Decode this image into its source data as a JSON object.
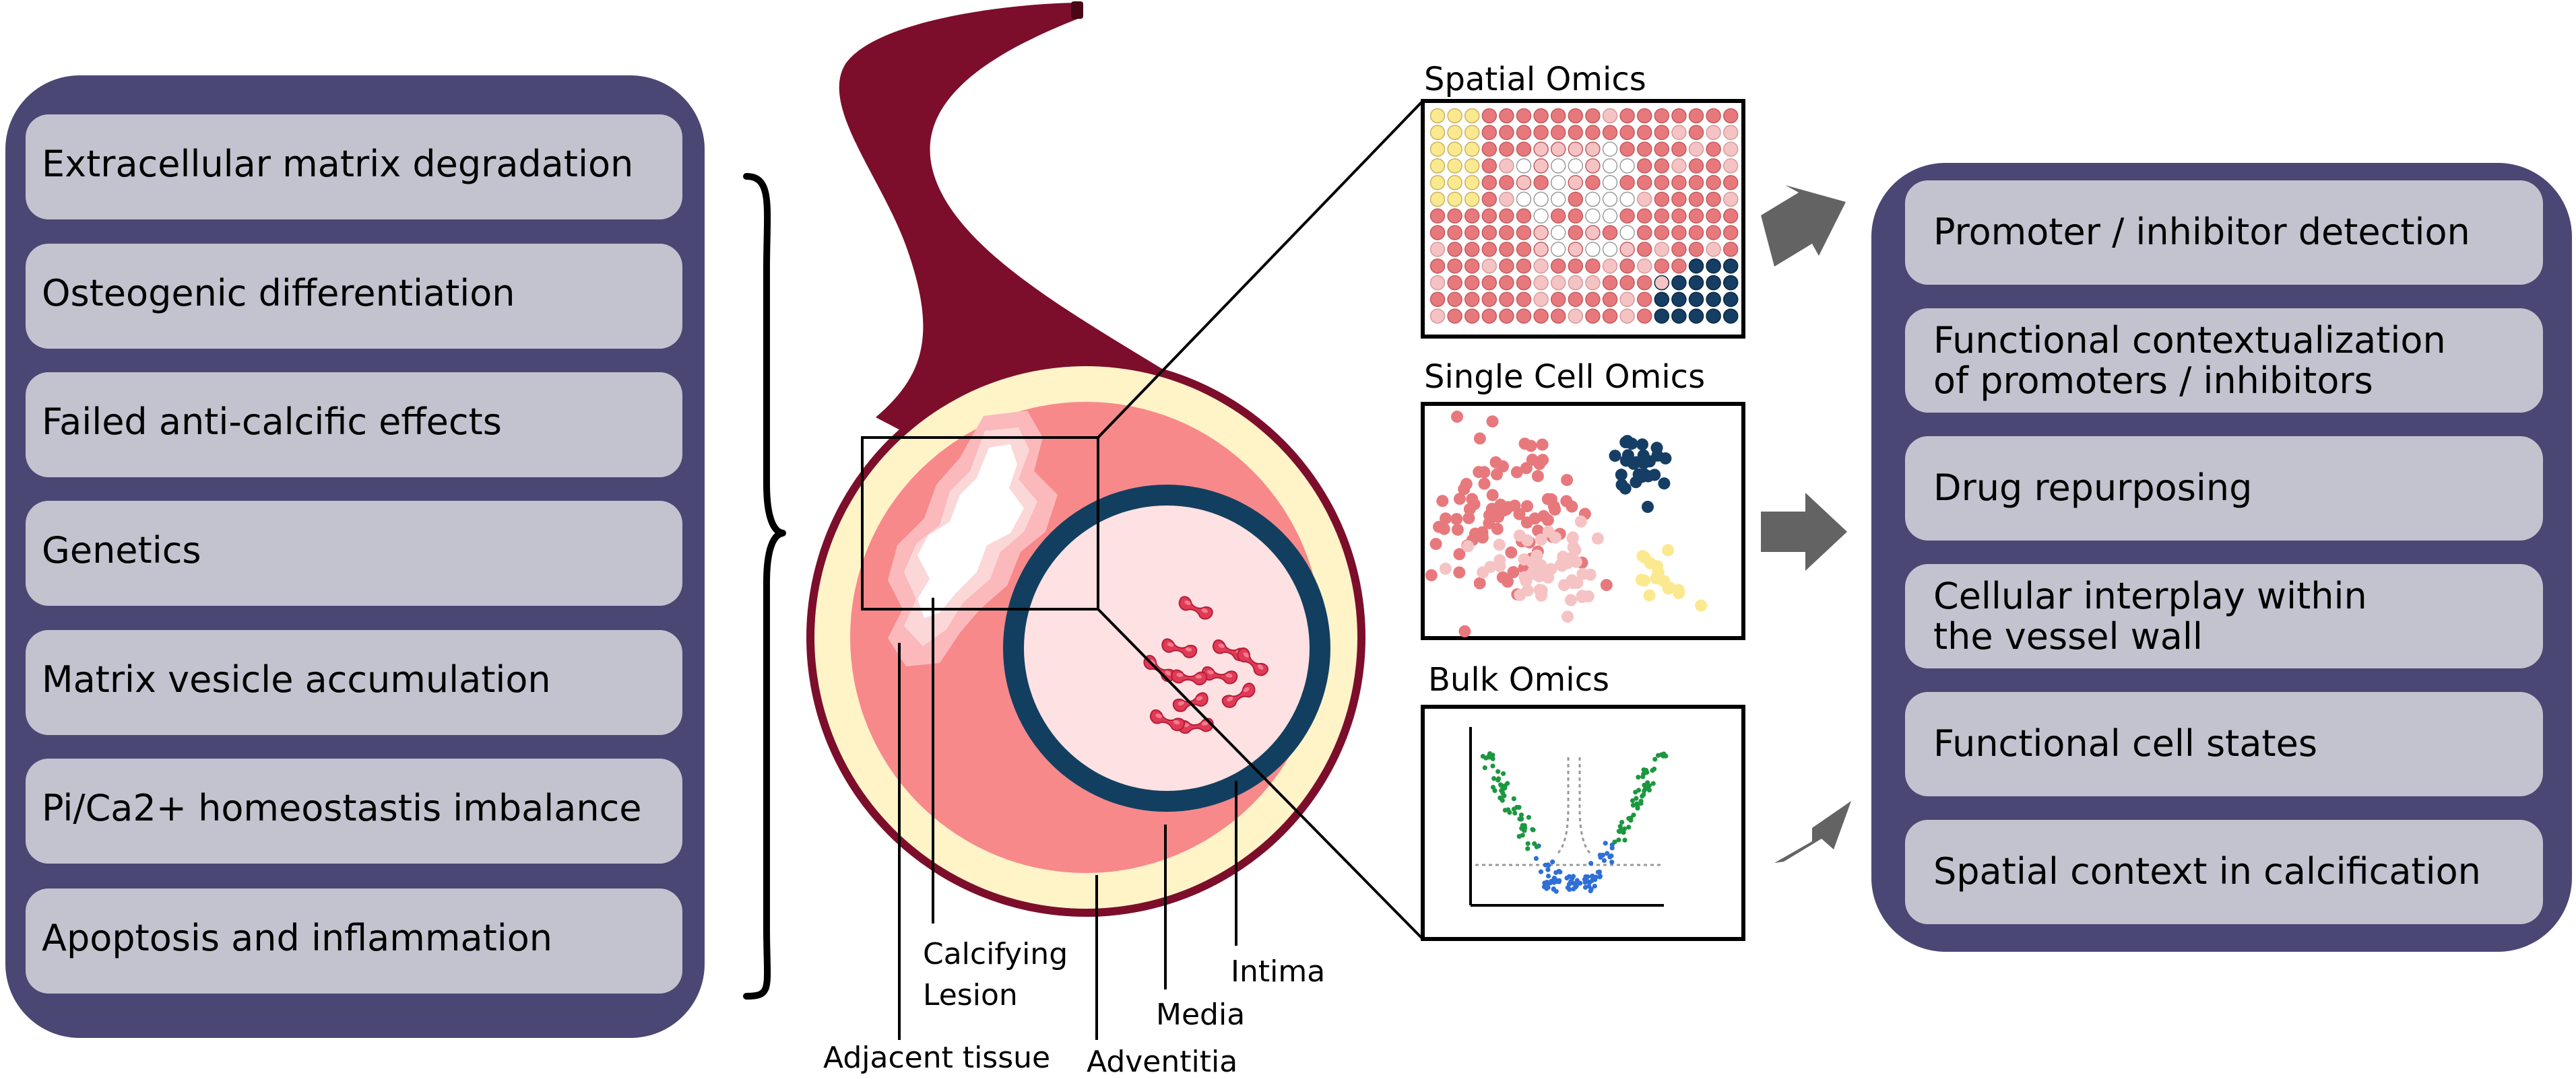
{
  "factors": [
    "Extracellular matrix degradation",
    "Osteogenic differentiation",
    "Failed anti-calcific effects",
    "Genetics",
    "Matrix vesicle accumulation",
    "Pi/Ca2+ homeostastis imbalance",
    "Apoptosis and inflammation"
  ],
  "vessel_labels": {
    "calcifying_1": "Calcifying",
    "calcifying_2": "Lesion",
    "adjacent": "Adjacent tissue",
    "adventitia": "Adventitia",
    "media": "Media",
    "intima": "Intima"
  },
  "omics": {
    "spatial": "Spatial Omics",
    "single_cell": "Single Cell Omics",
    "bulk": "Bulk Omics"
  },
  "applications": [
    [
      "Promoter / inhibitor detection"
    ],
    [
      "Functional contextualization",
      "of promoters / inhibitors"
    ],
    [
      "Drug repurposing"
    ],
    [
      "Cellular interplay within",
      "the vessel wall"
    ],
    [
      "Functional cell states"
    ],
    [
      "Spatial context in calcification"
    ]
  ],
  "colors": {
    "panel": "#4b4774",
    "item": "#c3c3cf",
    "vessel_outer": "#7c0e2b",
    "adventitia": "#fff3c8",
    "media": "#f7898b",
    "intima_ring": "#123f60",
    "lumen": "#fde1e3",
    "rbc": "#e03a55",
    "arrow": "#636363",
    "dot_red": "#e7797d",
    "dot_pink": "#f6c3c4",
    "dot_yellow": "#fbe98f",
    "dot_navy": "#163e64",
    "volcano_green": "#1d9740",
    "volcano_blue": "#2f6fd6"
  }
}
